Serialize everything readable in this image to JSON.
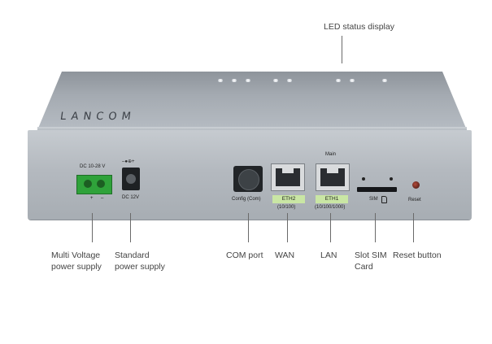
{
  "callouts": {
    "led_status": "LED status display",
    "multi_voltage": "Multi Voltage\npower supply",
    "standard_power": "Standard\npower supply",
    "com_port": "COM port",
    "wan": "WAN",
    "lan": "LAN",
    "slot_sim": "Slot SIM\nCard",
    "reset_button": "Reset button"
  },
  "device": {
    "brand": "LANCOM",
    "labels": {
      "dc_range": "DC 10-28 V",
      "plus": "+",
      "minus": "–",
      "dc12_symbol": "–●⊕+",
      "dc12": "DC 12V",
      "config": "Config (Com)",
      "eth2": "ETH2",
      "eth2_speed": "(10/100)",
      "main": "Main",
      "eth1": "ETH1",
      "eth1_speed": "(10/100/1000)",
      "sim": "SIM",
      "reset": "Reset"
    }
  }
}
